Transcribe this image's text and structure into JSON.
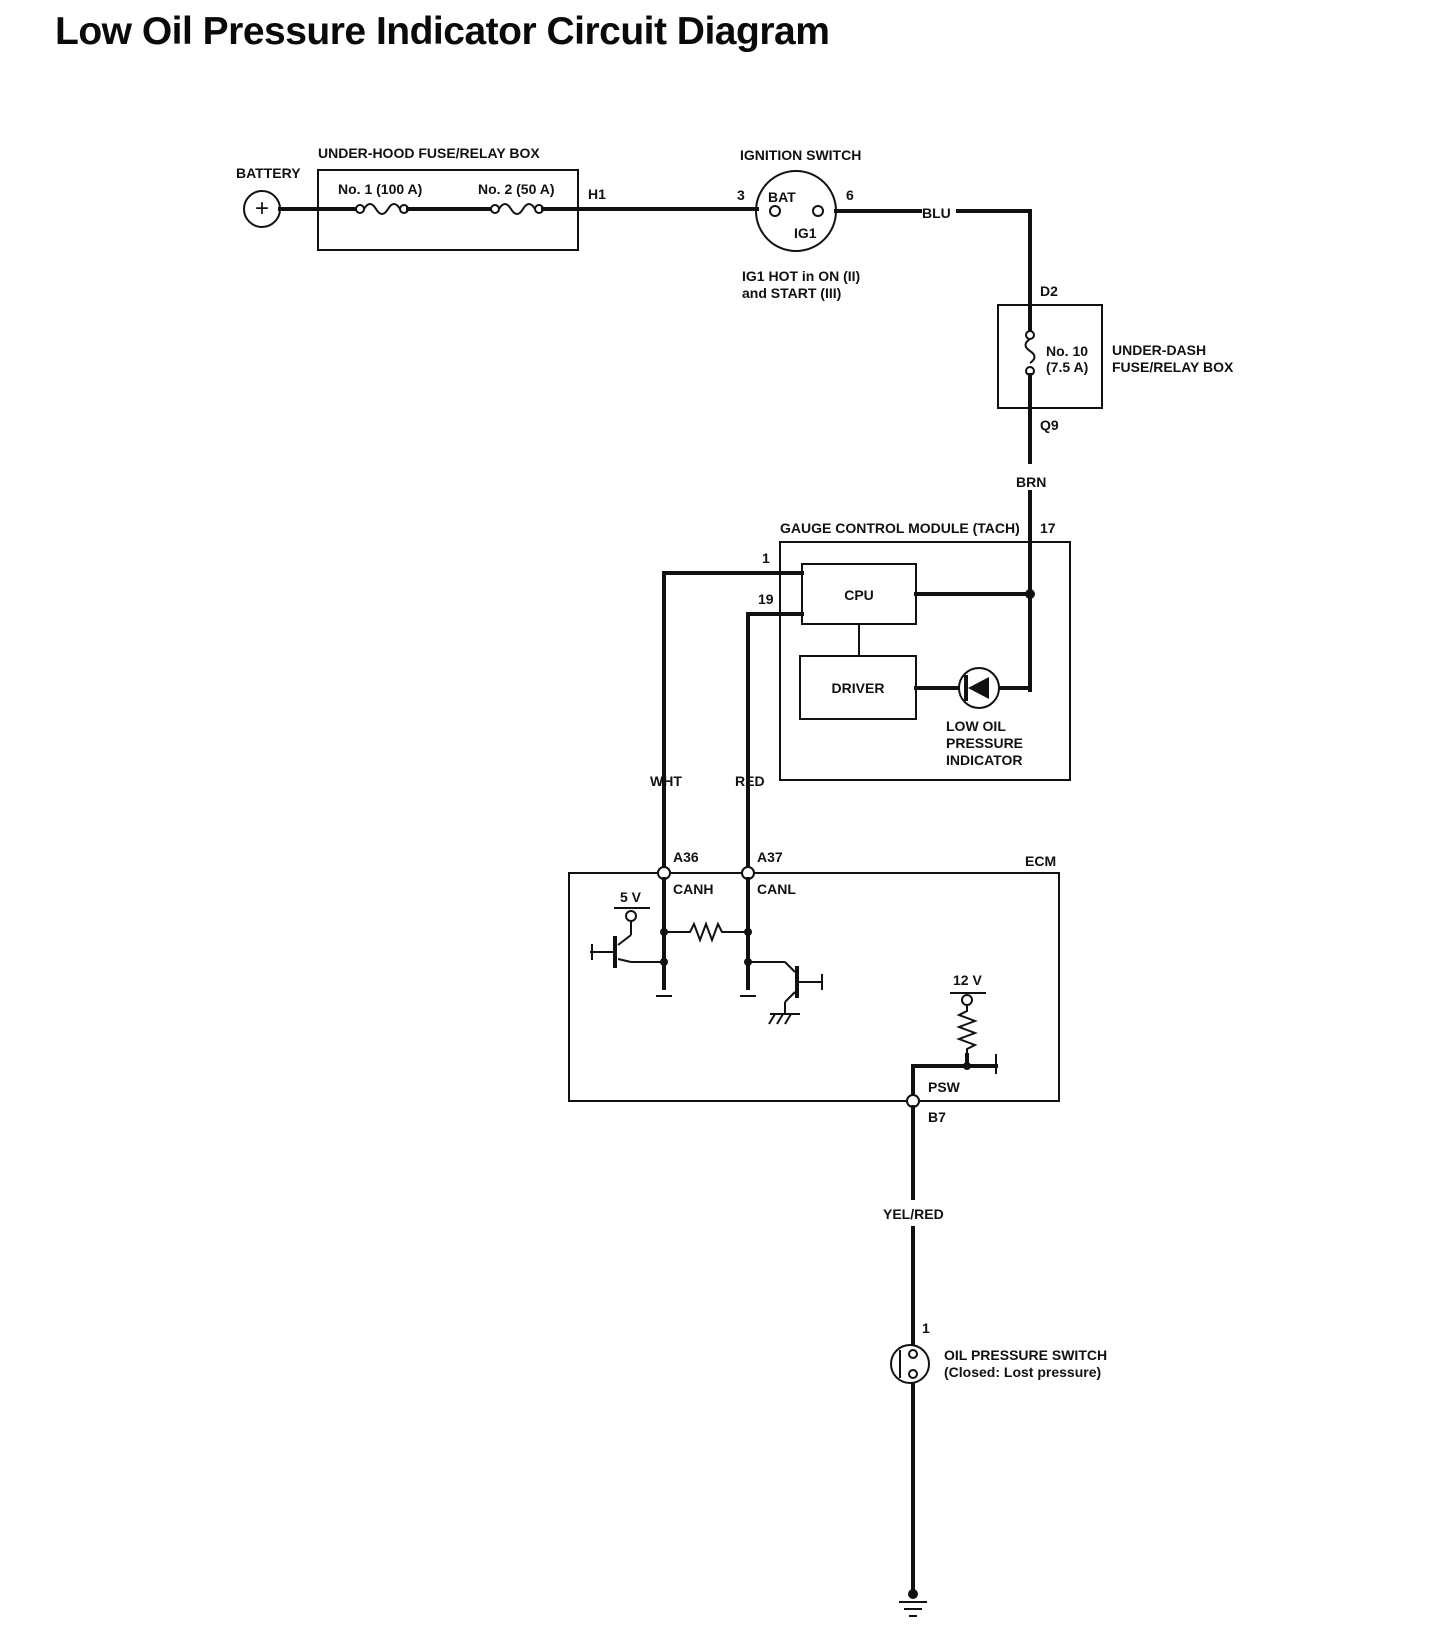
{
  "title": "Low Oil Pressure Indicator Circuit Diagram",
  "battery": {
    "label": "BATTERY",
    "symbol": "+"
  },
  "underhood_box": {
    "label": "UNDER-HOOD FUSE/RELAY BOX",
    "fuse1": "No. 1 (100 A)",
    "fuse2": "No. 2 (50 A)",
    "terminal": "H1"
  },
  "ignition_switch": {
    "label": "IGNITION SWITCH",
    "terminal_in": "3",
    "terminal_out": "6",
    "bat": "BAT",
    "ig1": "IG1",
    "note_line1": "IG1 HOT in ON (II)",
    "note_line2": "and START (III)"
  },
  "wires": {
    "blu": "BLU",
    "brn": "BRN",
    "wht": "WHT",
    "red": "RED",
    "yel_red": "YEL/RED"
  },
  "underdash_box": {
    "label_line1": "UNDER-DASH",
    "label_line2": "FUSE/RELAY BOX",
    "fuse_line1": "No. 10",
    "fuse_line2": "(7.5 A)",
    "terminal_in": "D2",
    "terminal_out": "Q9"
  },
  "gauge_module": {
    "label": "GAUGE CONTROL MODULE (TACH)",
    "terminal_power": "17",
    "terminal_canh": "1",
    "terminal_canl": "19",
    "cpu": "CPU",
    "driver": "DRIVER",
    "indicator_line1": "LOW OIL",
    "indicator_line2": "PRESSURE",
    "indicator_line3": "INDICATOR"
  },
  "ecm": {
    "label": "ECM",
    "pin_canh": "A36",
    "pin_canl": "A37",
    "canh": "CANH",
    "canl": "CANL",
    "v5": "5 V",
    "v12": "12 V",
    "psw": "PSW",
    "pin_psw": "B7"
  },
  "oil_switch": {
    "terminal": "1",
    "label_line1": "OIL PRESSURE SWITCH",
    "label_line2": "(Closed: Lost pressure)"
  }
}
